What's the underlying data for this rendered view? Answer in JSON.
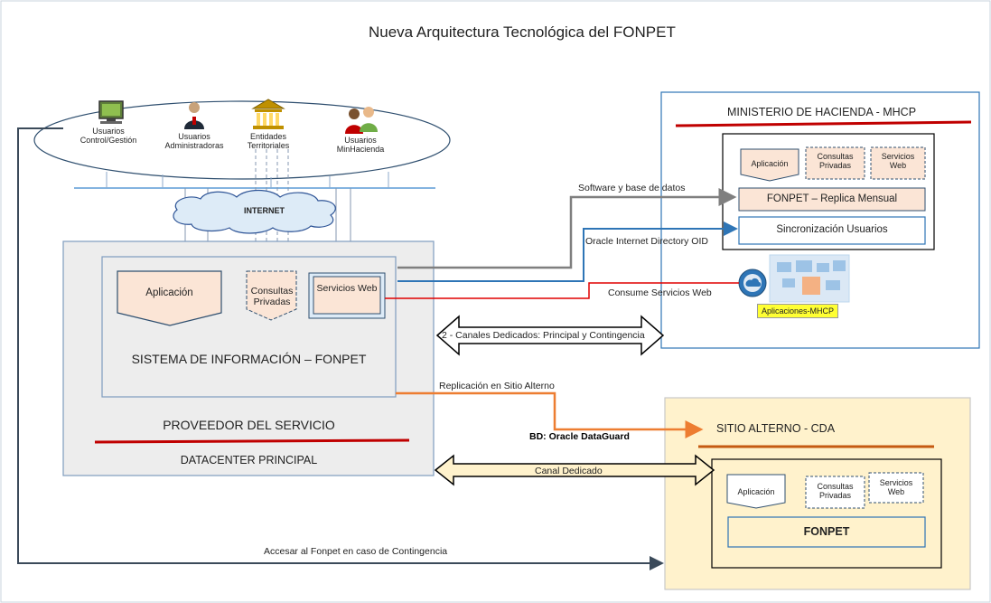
{
  "title": "Nueva Arquitectura Tecnológica del FONPET",
  "users": [
    {
      "label": "Usuarios Control/Gestión",
      "icon": "computer-icon"
    },
    {
      "label": "Usuarios Administradoras",
      "icon": "admin-user-icon"
    },
    {
      "label": "Entidades Territoriales",
      "icon": "building-icon"
    },
    {
      "label": "Usuarios MinHacienda",
      "icon": "users-group-icon"
    }
  ],
  "internet_label": "INTERNET",
  "datacenter": {
    "app_label": "Aplicación",
    "consultas_label": "Consultas Privadas",
    "servicios_label": "Servicios Web",
    "system_label": "SISTEMA DE INFORMACIÓN – FONPET",
    "provider_label": "PROVEEDOR DEL SERVICIO",
    "datacenter_label": "DATACENTER PRINCIPAL"
  },
  "mhcp": {
    "title": "MINISTERIO DE HACIENDA - MHCP",
    "app_label": "Aplicación",
    "consultas_label": "Consultas Privadas",
    "servicios_label": "Servicios Web",
    "replica_label": "FONPET – Replica Mensual",
    "sync_label": "Sincronización Usuarios",
    "apps_label": "Aplicaciones-MHCP"
  },
  "cda": {
    "title": "SITIO ALTERNO - CDA",
    "app_label": "Aplicación",
    "consultas_label": "Consultas Privadas",
    "servicios_label": "Servicios Web",
    "fonpet_label": "FONPET"
  },
  "connections": {
    "software_label": "Software y base de datos",
    "oid_label": "Oracle Internet Directory OID",
    "consume_label": "Consume Servicios Web",
    "channels_label": "2 - Canales Dedicados: Principal y Contingencia",
    "replication_label": "Replicación en Sitio Alterno",
    "dataguard_label": "BD: Oracle DataGuard",
    "dedicated_label": "Canal Dedicado",
    "contingency_label": "Accesar al Fonpet en caso de Contingencia"
  },
  "colors": {
    "red_line": "#c00000",
    "orange_line": "#ed7d31",
    "blue_line": "#2e75b6",
    "gray_line": "#7f7f7f",
    "box_fill": "#fbe5d6",
    "cda_fill": "#fff2cc",
    "dc_fill": "#ededed"
  }
}
